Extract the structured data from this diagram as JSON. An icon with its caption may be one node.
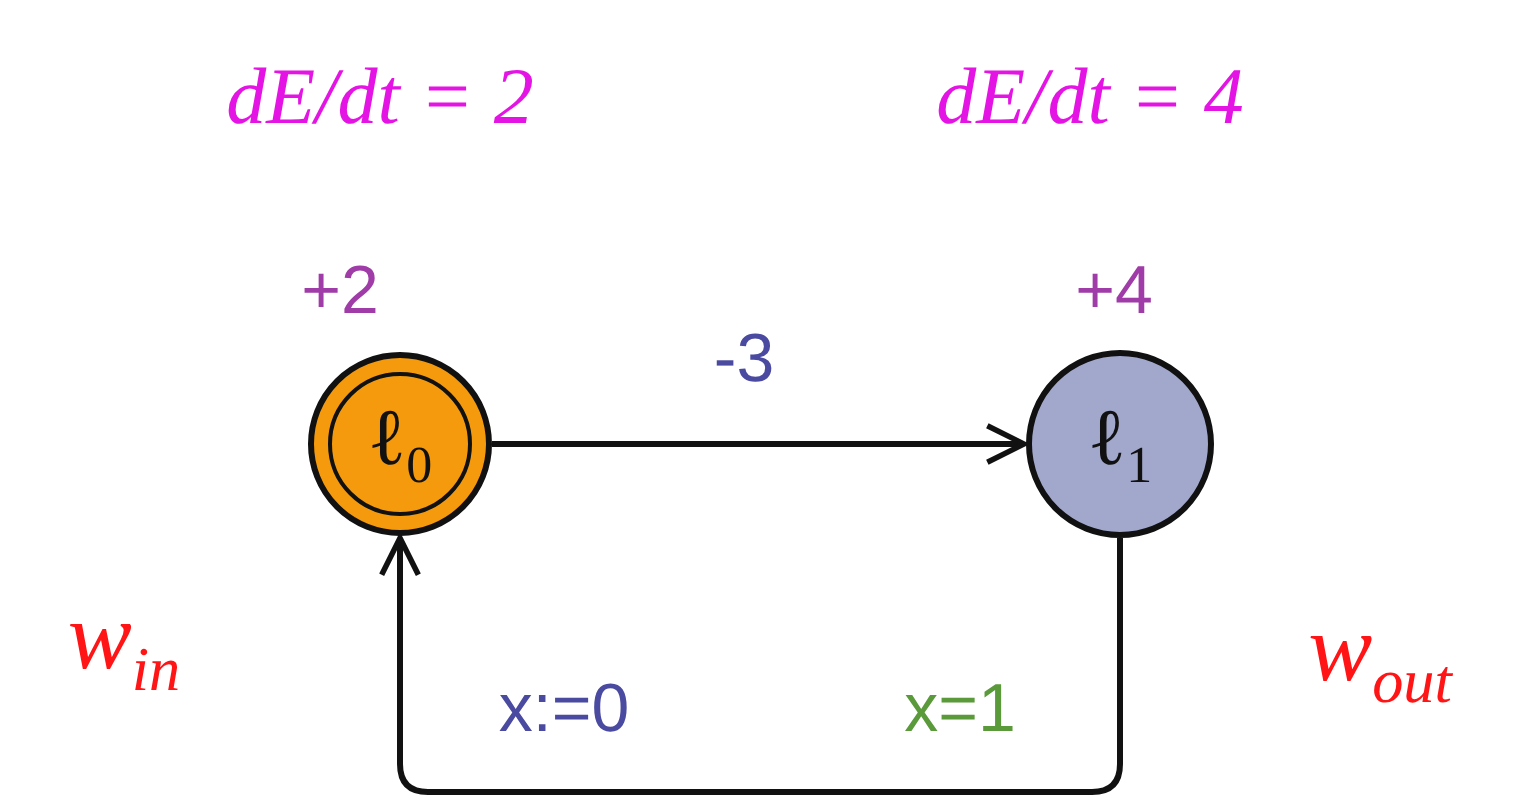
{
  "diagram": {
    "nodes": [
      {
        "text": [
          "ℓ$_{0}$"
        ],
        "beside": [
          "+2"
        ]
      },
      {
        "text": [
          "ℓ$_{1}$"
        ],
        "beside": [
          "+4"
        ]
      }
    ],
    "edges": [
      {
        "from": 0,
        "to": 1,
        "arrow": "to",
        "label": "-3"
      },
      {
        "from": 1,
        "to": 0,
        "arrow": "to",
        "label": "x=1"
      }
    ],
    "labels": [
      "dE/dt = 2",
      "dE/dt = 4",
      "w$_{in}$",
      "w$_{out}$",
      "x:=0"
    ]
  }
}
